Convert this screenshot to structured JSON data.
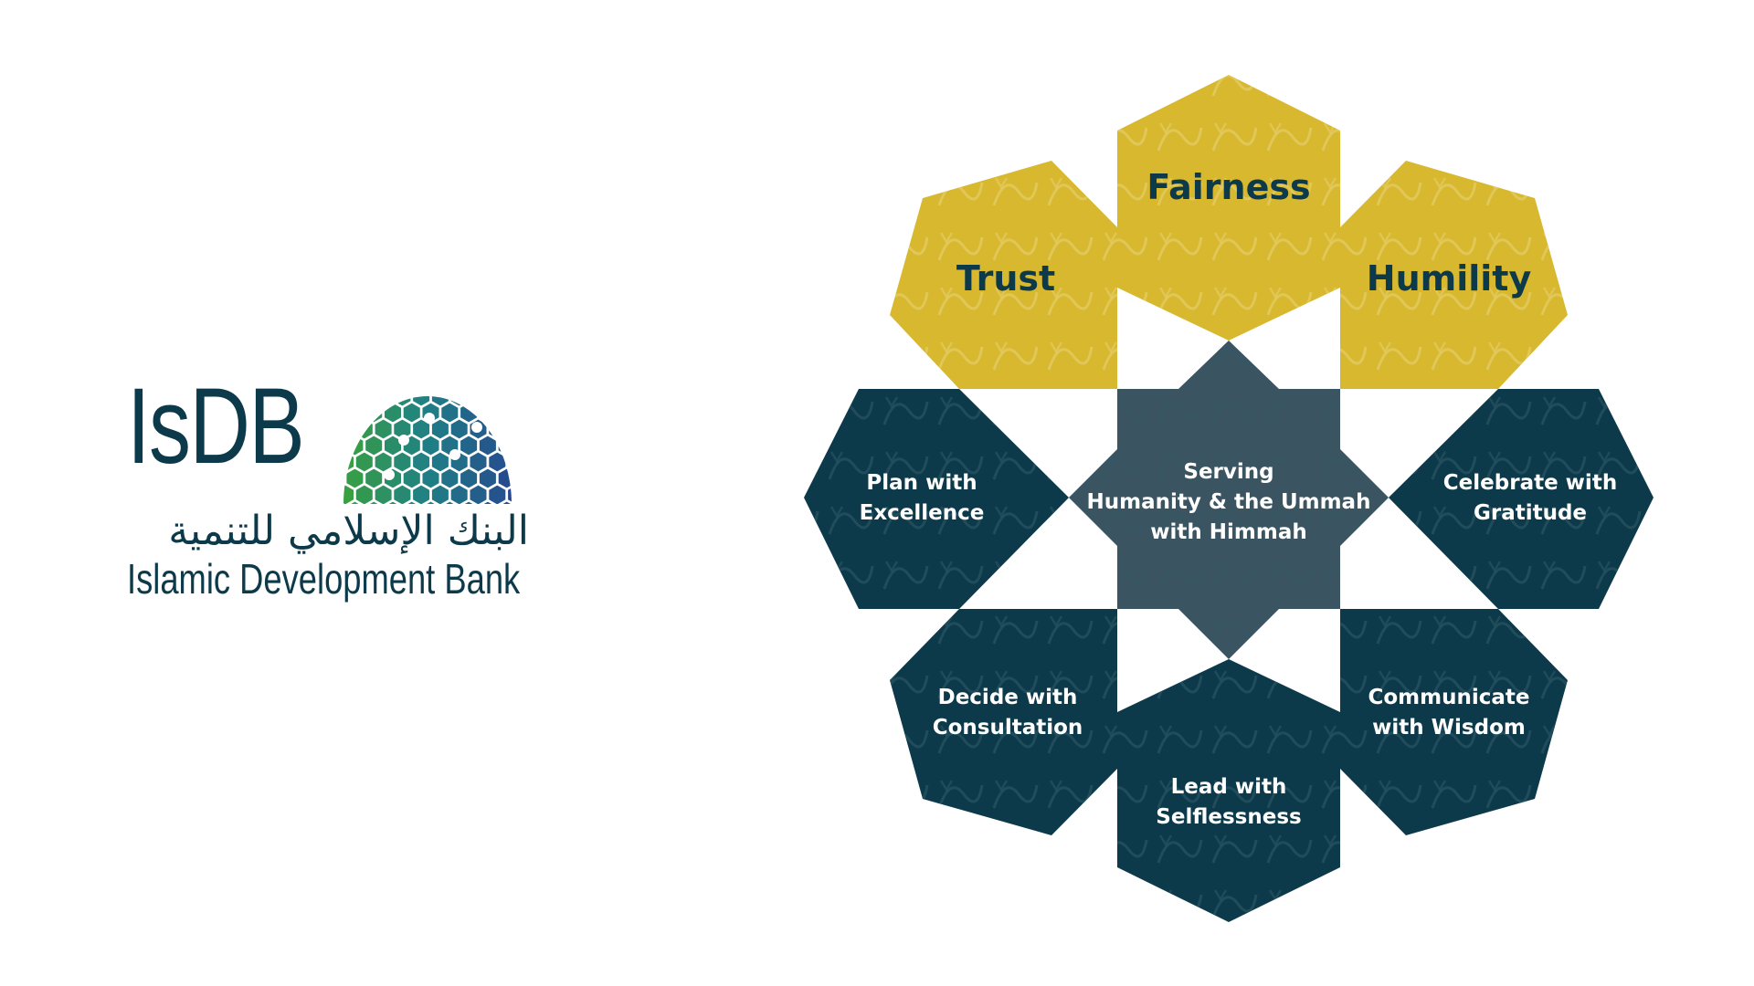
{
  "logo": {
    "abbreviation": "IsDB",
    "arabic_name": "البنك الإسلامي للتنمية",
    "english_name": "Islamic Development Bank"
  },
  "values": {
    "fairness": "Fairness",
    "trust": "Trust",
    "humility": "Humility"
  },
  "behaviors": {
    "center": [
      "Serving",
      "Humanity & the Ummah",
      "with Himmah"
    ],
    "plan": [
      "Plan with",
      "Excellence"
    ],
    "celebrate": [
      "Celebrate with",
      "Gratitude"
    ],
    "decide": [
      "Decide with",
      "Consultation"
    ],
    "communicate": [
      "Communicate",
      "with Wisdom"
    ],
    "lead": [
      "Lead with",
      "Selflessness"
    ]
  },
  "colors": {
    "gold": "#d8b82e",
    "dark_teal": "#0d3a4a",
    "center_slate": "#3b5461",
    "white": "#ffffff",
    "globe_green": "#3aa23c",
    "globe_blue": "#27478f"
  }
}
